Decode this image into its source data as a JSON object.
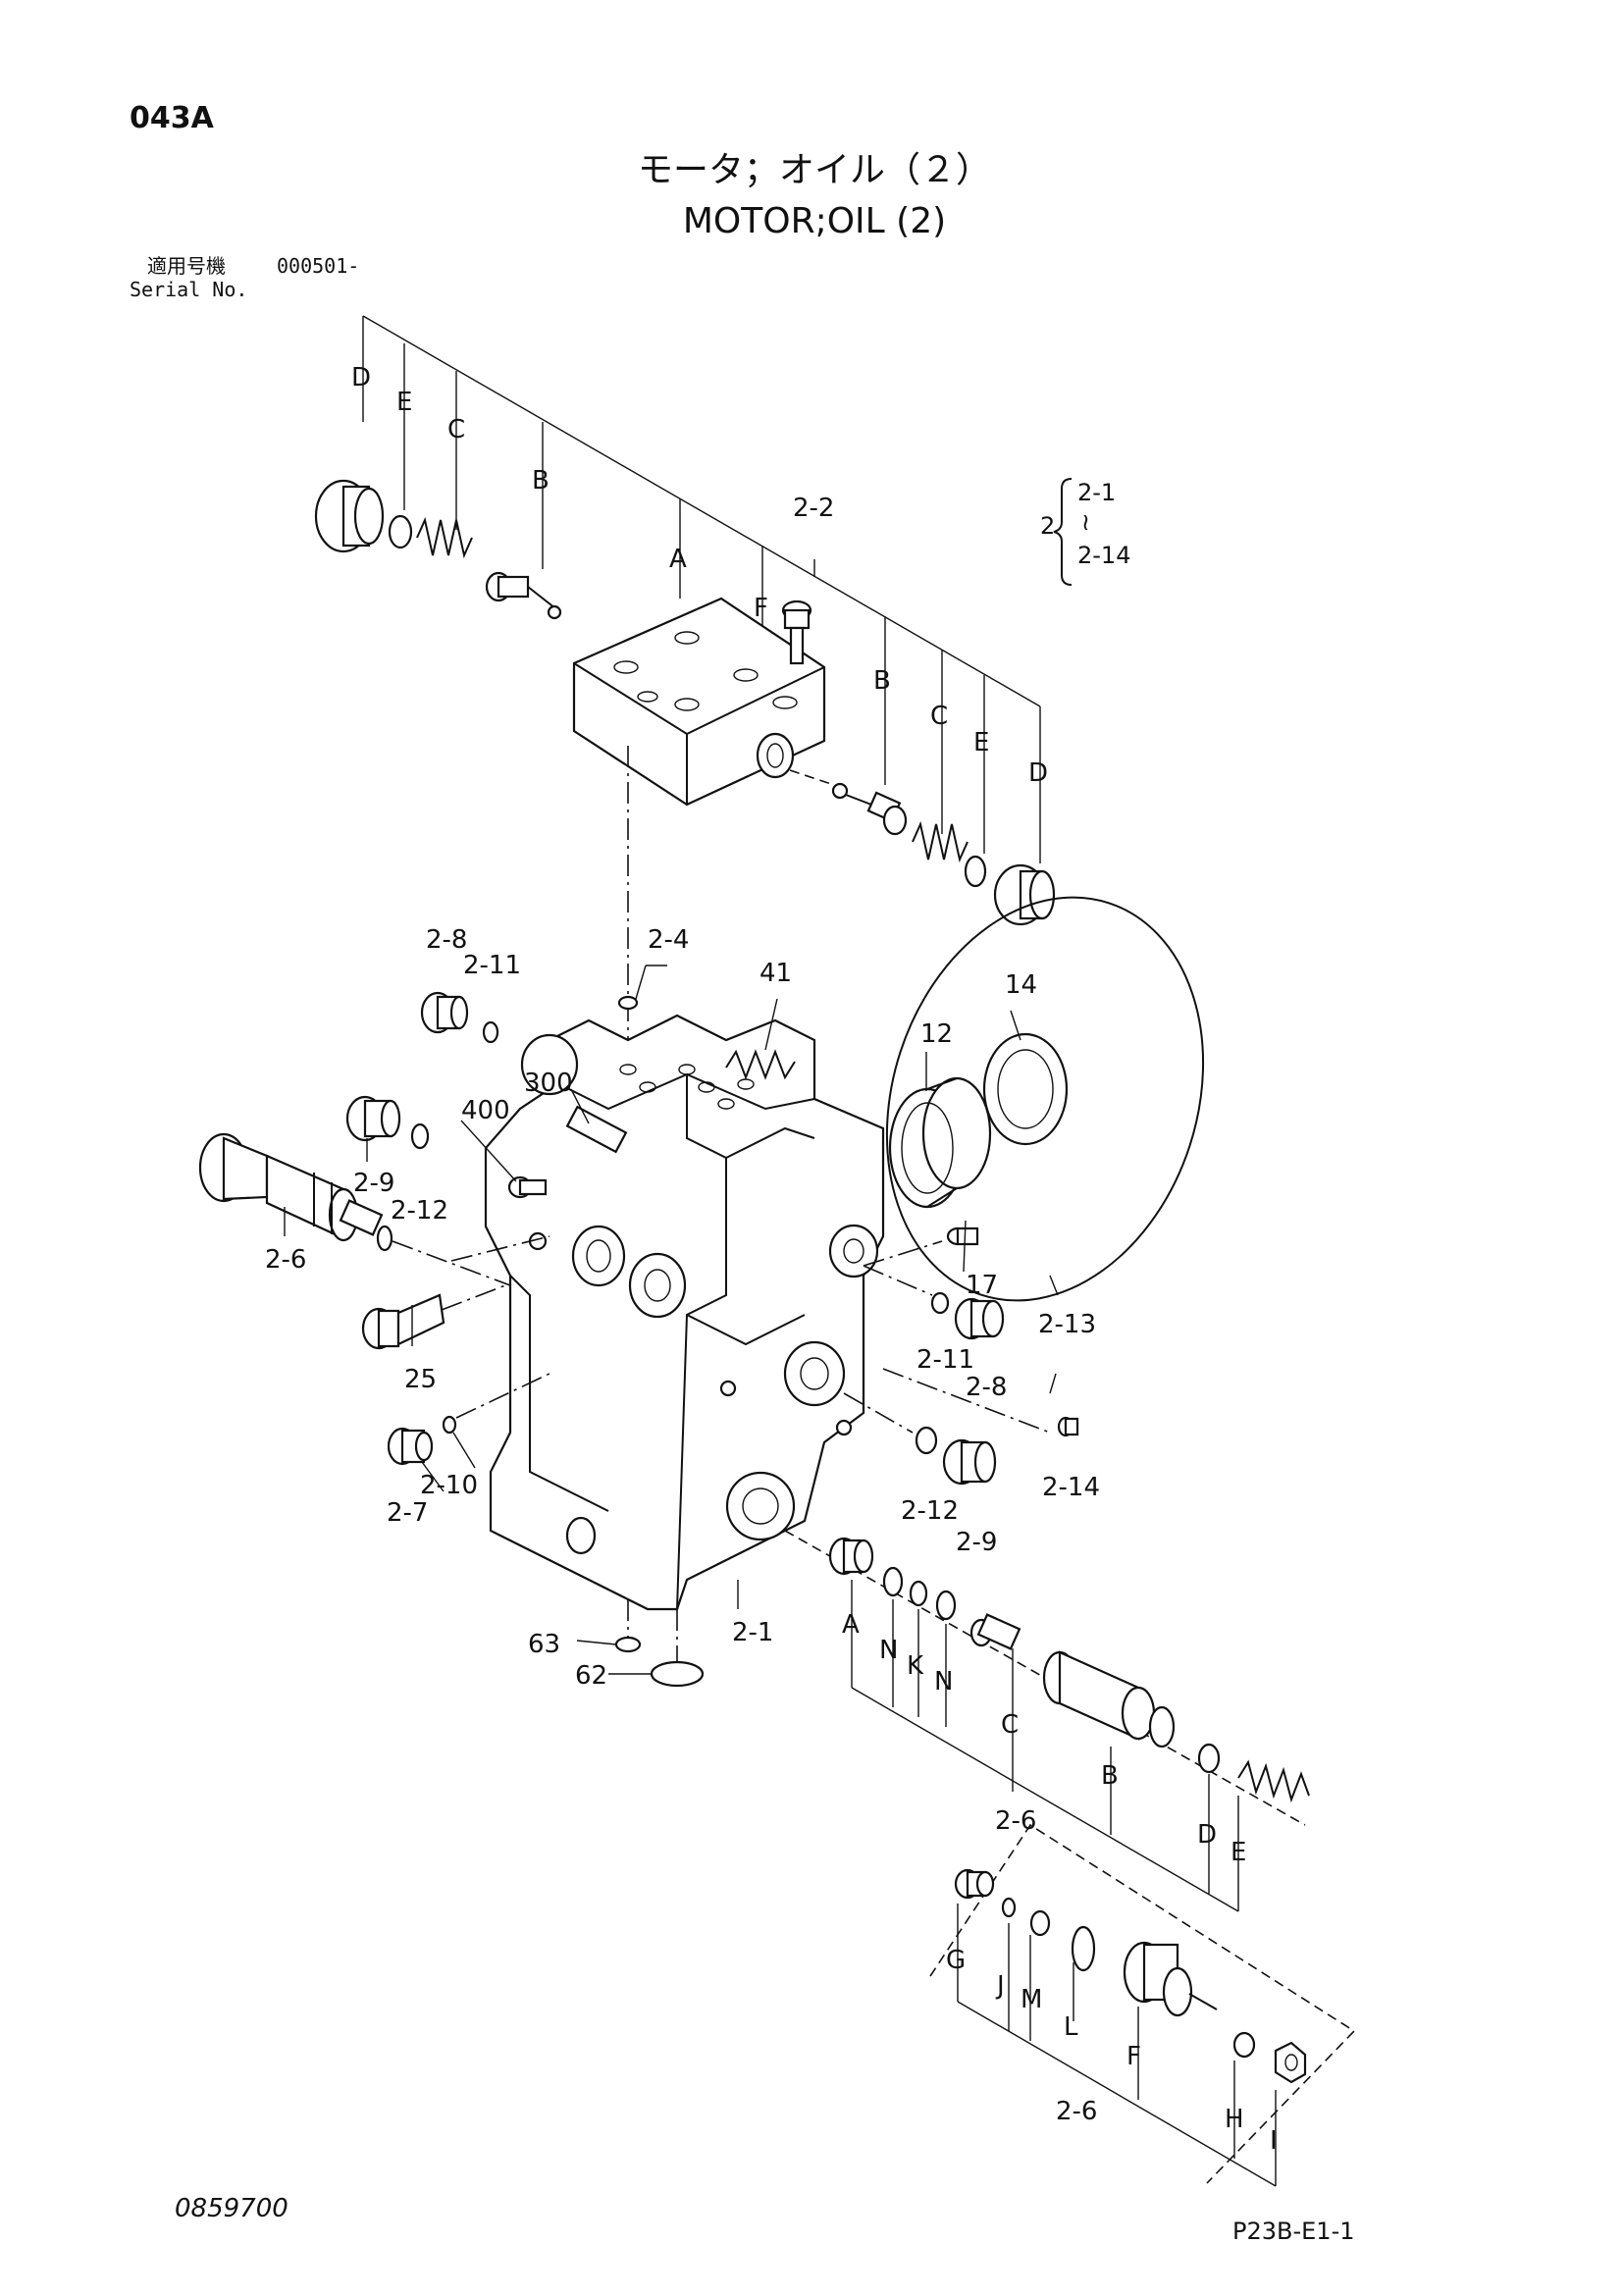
{
  "header": {
    "page_code": "043A",
    "title_jp": "モータ；オイル（２）",
    "title_en": "MOTOR;OIL (2)",
    "serial_label_jp": "適用号機",
    "serial_value": "000501-",
    "serial_label_en": "Serial No."
  },
  "legend": {
    "group": "2",
    "from": "2-1",
    "tilde": "≀",
    "to": "2-14"
  },
  "callouts": [
    {
      "id": "c-D-top",
      "text": "D"
    },
    {
      "id": "c-E-top",
      "text": "E"
    },
    {
      "id": "c-C-top",
      "text": "C"
    },
    {
      "id": "c-B-top",
      "text": "B"
    },
    {
      "id": "c-A-top",
      "text": "A"
    },
    {
      "id": "c-F-top",
      "text": "F"
    },
    {
      "id": "c-2-2",
      "text": "2-2"
    },
    {
      "id": "c-B-mid",
      "text": "B"
    },
    {
      "id": "c-C-mid",
      "text": "C"
    },
    {
      "id": "c-E-mid",
      "text": "E"
    },
    {
      "id": "c-D-mid",
      "text": "D"
    },
    {
      "id": "c-2-8a",
      "text": "2-8"
    },
    {
      "id": "c-2-11a",
      "text": "2-11"
    },
    {
      "id": "c-2-4",
      "text": "2-4"
    },
    {
      "id": "c-41",
      "text": "41"
    },
    {
      "id": "c-12",
      "text": "12"
    },
    {
      "id": "c-14",
      "text": "14"
    },
    {
      "id": "c-300",
      "text": "300"
    },
    {
      "id": "c-400",
      "text": "400"
    },
    {
      "id": "c-2-9a",
      "text": "2-9"
    },
    {
      "id": "c-2-12a",
      "text": "2-12"
    },
    {
      "id": "c-2-6a",
      "text": "2-6"
    },
    {
      "id": "c-25",
      "text": "25"
    },
    {
      "id": "c-17",
      "text": "17"
    },
    {
      "id": "c-2-11b",
      "text": "2-11"
    },
    {
      "id": "c-2-8b",
      "text": "2-8"
    },
    {
      "id": "c-2-13",
      "text": "2-13"
    },
    {
      "id": "c-2-10",
      "text": "2-10"
    },
    {
      "id": "c-2-7",
      "text": "2-7"
    },
    {
      "id": "c-2-12b",
      "text": "2-12"
    },
    {
      "id": "c-2-9b",
      "text": "2-9"
    },
    {
      "id": "c-2-14",
      "text": "2-14"
    },
    {
      "id": "c-2-1",
      "text": "2-1"
    },
    {
      "id": "c-63",
      "text": "63"
    },
    {
      "id": "c-62",
      "text": "62"
    },
    {
      "id": "c-A-low",
      "text": "A"
    },
    {
      "id": "c-N1",
      "text": "N"
    },
    {
      "id": "c-K",
      "text": "K"
    },
    {
      "id": "c-N2",
      "text": "N"
    },
    {
      "id": "c-C-low",
      "text": "C"
    },
    {
      "id": "c-B-low",
      "text": "B"
    },
    {
      "id": "c-2-6b",
      "text": "2-6"
    },
    {
      "id": "c-D-low",
      "text": "D"
    },
    {
      "id": "c-E-low",
      "text": "E"
    },
    {
      "id": "c-G",
      "text": "G"
    },
    {
      "id": "c-J",
      "text": "J"
    },
    {
      "id": "c-M",
      "text": "M"
    },
    {
      "id": "c-L",
      "text": "L"
    },
    {
      "id": "c-F-low",
      "text": "F"
    },
    {
      "id": "c-H",
      "text": "H"
    },
    {
      "id": "c-I",
      "text": "I"
    },
    {
      "id": "c-2-6c",
      "text": "2-6"
    }
  ],
  "footer": {
    "drawing_no": "0859700",
    "ref_code": "P23B-E1-1"
  }
}
